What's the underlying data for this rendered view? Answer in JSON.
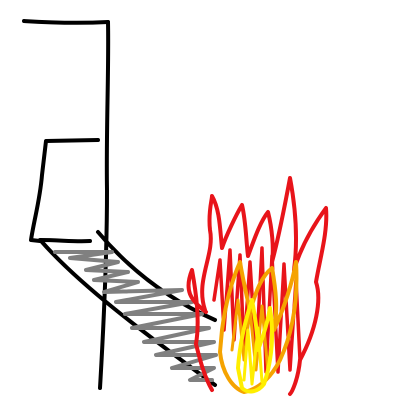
{
  "colors": {
    "background": "#ffffff",
    "outline": "#000000",
    "shading": "#808080",
    "flame_outer": "#e8141a",
    "flame_middle": "#f5a300",
    "flame_inner": "#ffee00"
  },
  "scene": {
    "subjects": [
      "building-outline",
      "ramp",
      "fire"
    ]
  }
}
